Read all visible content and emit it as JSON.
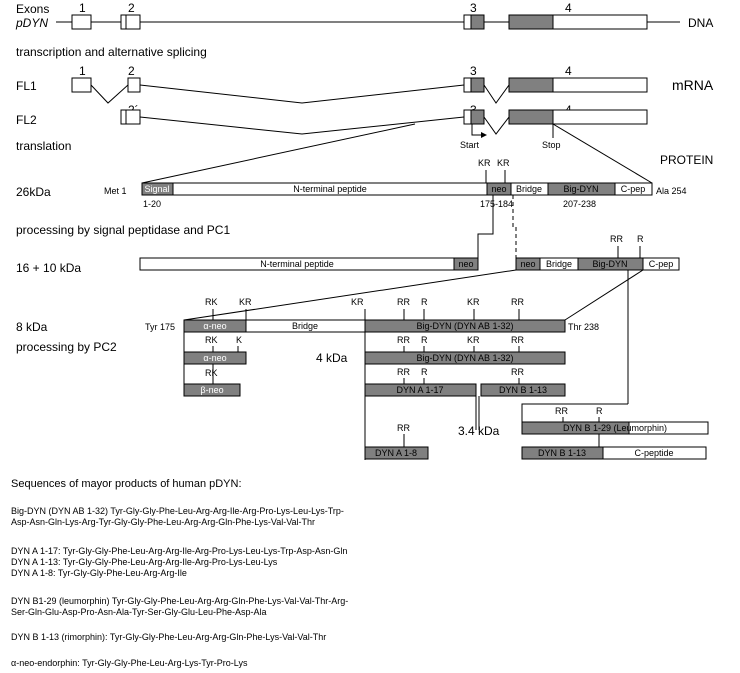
{
  "gene": {
    "exons_label": "Exons",
    "gene_label": "pDYN",
    "exon_numbers": [
      "1",
      "2",
      "3",
      "4"
    ],
    "dna_label": "DNA"
  },
  "steps": {
    "transcription": "transcription and alternative splicing",
    "translation": "translation",
    "signal_processing": "processing by signal peptidase and PC1",
    "pc2_processing": "processing by PC2"
  },
  "mrna": {
    "label": "mRNA",
    "fl1": "FL1",
    "fl2": "FL2",
    "fl1_exons": [
      "1",
      "2",
      "3",
      "4"
    ],
    "fl2_exons": [
      "2´",
      "3",
      "4"
    ],
    "start": "Start",
    "stop": "Stop"
  },
  "protein": {
    "label": "PROTEIN",
    "mass": "26kDa",
    "n_term": "Met 1",
    "c_term": "Ala 254",
    "signal": "Signal",
    "signal_range": "1-20",
    "n_peptide": "N-terminal peptide",
    "neo": "neo",
    "bridge": "Bridge",
    "big_dyn": "Big-DYN",
    "c_pep": "C-pep",
    "kr1": "KR",
    "kr2": "KR",
    "neo_range": "175-184",
    "bigdyn_range": "207-238"
  },
  "pc1_products": {
    "mass": "16 + 10 kDa",
    "n_peptide": "N-terminal peptide",
    "neo": "neo",
    "neo2": "neo",
    "bridge": "Bridge",
    "big_dyn": "Big-DYN",
    "c_pep": "C-pep",
    "rr": "RR",
    "r": "R"
  },
  "pc2_products": {
    "mass_8": "8 kDa",
    "mass_4": "4 kDa",
    "mass_34": "3.4 kDa",
    "tyr175": "Tyr 175",
    "thr238": "Thr 238",
    "alpha_neo": "α-neo",
    "beta_neo": "β-neo",
    "bridge": "Bridge",
    "big_dyn_ab": "Big-DYN (DYN AB 1-32)",
    "dyn_a_117": "DYN A 1-17",
    "dyn_b_113": "DYN B 1-13",
    "dyn_a_18": "DYN A 1-8",
    "dyn_b_129": "DYN B 1-29 (Leumorphin)",
    "c_peptide": "C-peptide",
    "rk": "RK",
    "kr": "KR",
    "rr": "RR",
    "r": "R",
    "k": "K"
  },
  "sequences": {
    "heading": "Sequences of mayor products of human pDYN:",
    "big_dyn_1": "Big-DYN (DYN AB 1-32) Tyr-Gly-Gly-Phe-Leu-Arg-Arg-Ile-Arg-Pro-Lys-Leu-Lys-Trp-",
    "big_dyn_2": "Asp-Asn-Gln-Lys-Arg-Tyr-Gly-Gly-Phe-Leu-Arg-Arg-Gln-Phe-Lys-Val-Val-Thr",
    "dyn_a117": "DYN A 1-17: Tyr-Gly-Gly-Phe-Leu-Arg-Arg-Ile-Arg-Pro-Lys-Leu-Lys-Trp-Asp-Asn-Gln",
    "dyn_a113": "DYN A 1-13: Tyr-Gly-Gly-Phe-Leu-Arg-Arg-Ile-Arg-Pro-Lys-Leu-Lys",
    "dyn_a18": "DYN A 1-8: Tyr-Gly-Gly-Phe-Leu-Arg-Arg-Ile",
    "dyn_b129_1": "DYN B1-29 (leumorphin) Tyr-Gly-Gly-Phe-Leu-Arg-Arg-Gln-Phe-Lys-Val-Val-Thr-Arg-",
    "dyn_b129_2": "Ser-Gln-Glu-Asp-Pro-Asn-Ala-Tyr-Ser-Gly-Glu-Leu-Phe-Asp-Ala",
    "dyn_b113": "DYN B 1-13 (rimorphin): Tyr-Gly-Gly-Phe-Leu-Arg-Arg-Gln-Phe-Lys-Val-Val-Thr",
    "alpha_neo": "α-neo-endorphin: Tyr-Gly-Gly-Phe-Leu-Arg-Lys-Tyr-Pro-Lys"
  }
}
